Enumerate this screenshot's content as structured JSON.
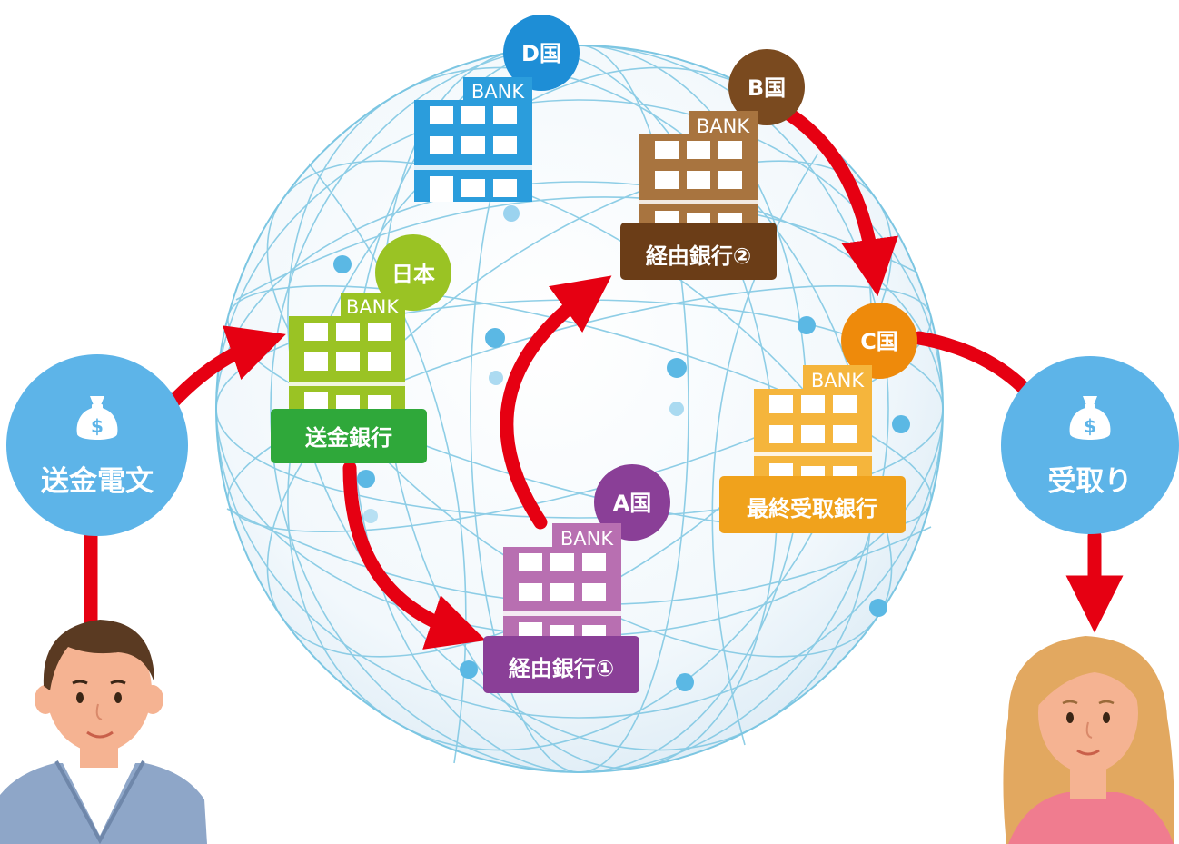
{
  "colors": {
    "globe_line": "#7cc6e2",
    "globe_node": "#5bb8e4",
    "arrow": "#e60012",
    "coin_circle": "#5db4e8",
    "japan": "#9ac324",
    "japan_label": "#2fa83a",
    "country_d": "#1e8ed6",
    "country_b": "#7a4a1f",
    "country_b_label": "#6b3d17",
    "country_c": "#f0a21c",
    "country_c_badge": "#ee8a0b",
    "country_a": "#b86fb1",
    "country_a_badge": "#8a3f97",
    "skin": "#f5b392",
    "man_hair": "#5a3a22",
    "man_shirt": "#8ea6c8",
    "woman_hair": "#e2a860",
    "woman_shirt": "#f07c8f"
  },
  "icons": {
    "money_bag": "money-bag-icon"
  },
  "nodes": {
    "sender": {
      "label": "送金電文",
      "icon": "money-bag-icon"
    },
    "receiver": {
      "label": "受取り",
      "icon": "money-bag-icon"
    },
    "japan": {
      "country": "日本",
      "sign": "BANK",
      "label": "送金銀行"
    },
    "country_d": {
      "country": "D国",
      "sign": "BANK"
    },
    "country_b": {
      "country": "B国",
      "sign": "BANK",
      "label": "経由銀行②"
    },
    "country_a": {
      "country": "A国",
      "sign": "BANK",
      "label": "経由銀行①"
    },
    "country_c": {
      "country": "C国",
      "sign": "BANK",
      "label": "最終受取銀行"
    }
  }
}
